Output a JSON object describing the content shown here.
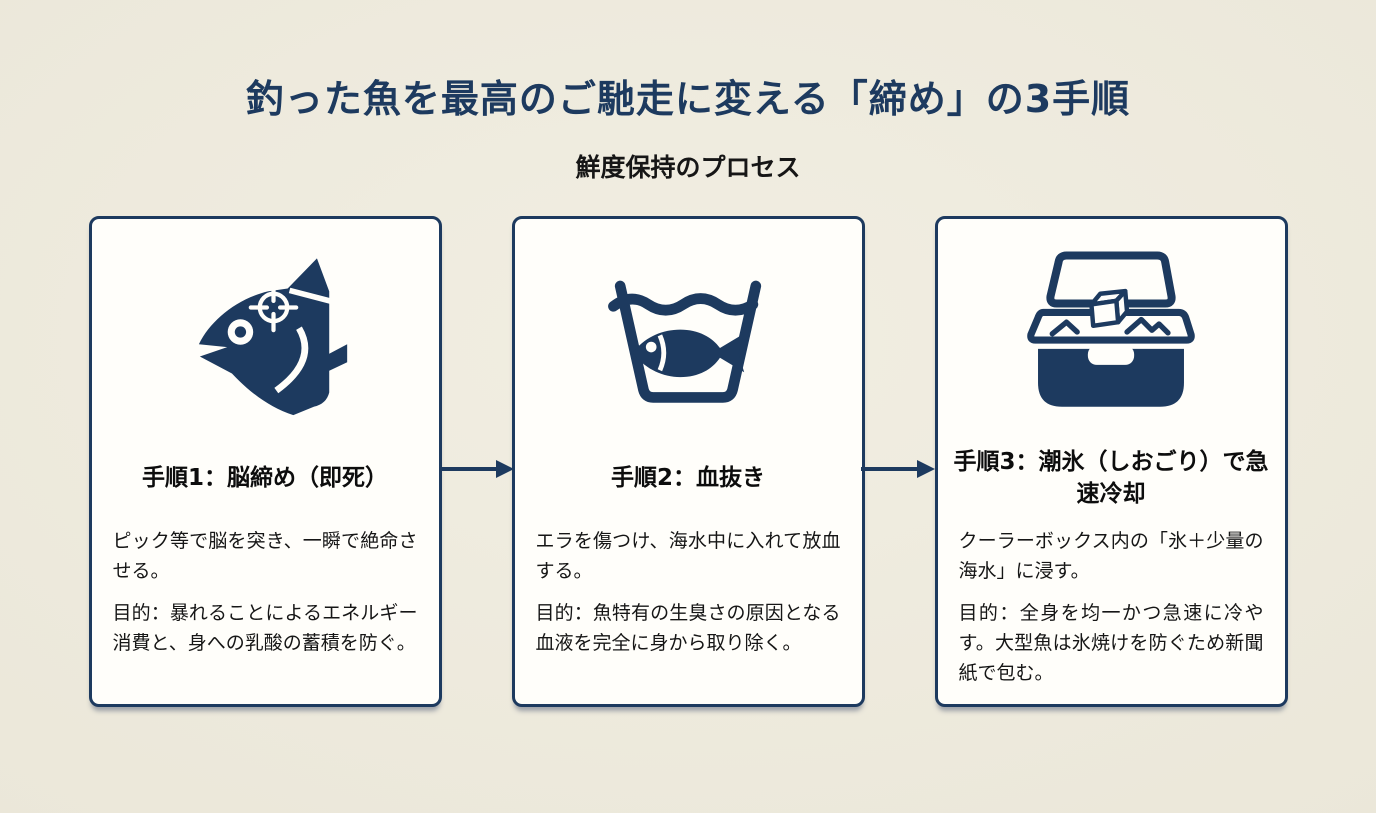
{
  "header": {
    "title": "釣った魚を最高のご馳走に変える「締め」の3手順",
    "subtitle": "鮮度保持のプロセス"
  },
  "steps": [
    {
      "icon": "fish-head-with-crosshair",
      "title": "手順1：脳締め（即死）",
      "description": "ピック等で脳を突き、一瞬で絶命させる。",
      "purpose": "目的：暴れることによるエネルギー消費と、身への乳酸の蓄積を防ぐ。"
    },
    {
      "icon": "fish-in-seawater-basin",
      "title": "手順2：血抜き",
      "description": "エラを傷つけ、海水中に入れて放血する。",
      "purpose": "目的：魚特有の生臭さの原因となる血液を完全に身から取り除く。"
    },
    {
      "icon": "cooler-box-with-ice",
      "title": "手順3：潮氷（しおごり）で急速冷却",
      "description": "クーラーボックス内の「氷＋少量の海水」に浸す。",
      "purpose": "目的：全身を均一かつ急速に冷やす。大型魚は氷焼けを防ぐため新聞紙で包む。"
    }
  ],
  "connectors": {
    "between_steps": "right-arrow"
  },
  "colors": {
    "background": "#ebe7d9",
    "navy": "#1d3a5f",
    "card_background": "#fffefa",
    "card_border": "#1d3a5f",
    "title_text": "#1d3a5f",
    "body_text": "#161616"
  }
}
